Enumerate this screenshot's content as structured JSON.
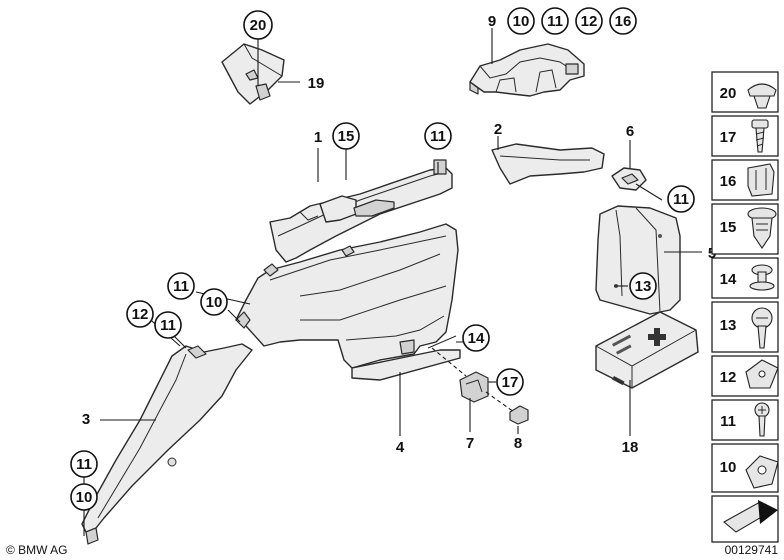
{
  "callouts": {
    "c20_top": "20",
    "c19": "19",
    "c9": "9",
    "c10_top": "10",
    "c11_top": "11",
    "c12_top": "12",
    "c16_top": "16",
    "c1": "1",
    "c15_top": "15",
    "c11_a": "11",
    "c2": "2",
    "c6": "6",
    "c11_b": "11",
    "c5": "5",
    "c13_main": "13",
    "c11_c": "11",
    "c10_c": "10",
    "c12_d": "12",
    "c11_d": "11",
    "c14_main": "14",
    "c17_main": "17",
    "c3": "3",
    "c4": "4",
    "c7": "7",
    "c8": "8",
    "c18": "18",
    "c11_e": "11",
    "c10_e": "10"
  },
  "components_panel": {
    "items": [
      "20",
      "17",
      "16",
      "15",
      "14",
      "13",
      "12",
      "11",
      "10"
    ]
  },
  "footer": {
    "copyright": "© BMW AG",
    "diagram_number": "00129741"
  },
  "colors": {
    "line": "#2a2a2a",
    "part_fill": "#ececec",
    "accent_fill": "#d2d2d2"
  }
}
